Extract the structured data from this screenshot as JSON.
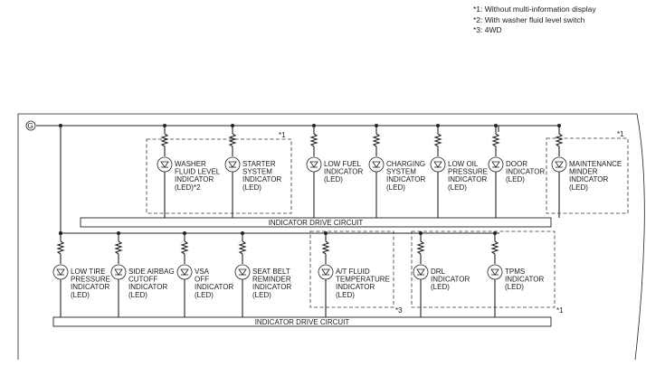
{
  "notes": [
    "*1: Without multi-information display",
    "*2: With washer fluid level switch",
    "*3: 4WD"
  ],
  "ground_symbol": "G",
  "bus_label": "INDICATOR DRIVE CIRCUIT",
  "top_row": [
    {
      "lines": [
        "WASHER",
        "FLUID LEVEL",
        "INDICATOR",
        "(LED)*2"
      ]
    },
    {
      "lines": [
        "STARTER",
        "SYSTEM",
        "INDICATOR",
        "(LED)"
      ]
    },
    {
      "lines": [
        "LOW FUEL",
        "INDICATOR",
        "(LED)"
      ]
    },
    {
      "lines": [
        "CHARGING",
        "SYSTEM",
        "INDICATOR",
        "(LED)"
      ]
    },
    {
      "lines": [
        "LOW OIL",
        "PRESSURE",
        "INDICATOR",
        "(LED)"
      ]
    },
    {
      "lines": [
        "DOOR",
        "INDICATOR",
        "(LED)"
      ]
    },
    {
      "lines": [
        "MAINTENANCE",
        "MINDER",
        "INDICATOR",
        "(LED)"
      ]
    }
  ],
  "bottom_row": [
    {
      "lines": [
        "LOW TIRE",
        "PRESSURE",
        "INDICATOR",
        "(LED)"
      ]
    },
    {
      "lines": [
        "SIDE AIRBAG",
        "CUTOFF",
        "INDICATOR",
        "(LED)"
      ]
    },
    {
      "lines": [
        "VSA",
        "OFF",
        "INDICATOR",
        "(LED)"
      ]
    },
    {
      "lines": [
        "SEAT BELT",
        "REMINDER",
        "INDICATOR",
        "(LED)"
      ]
    },
    {
      "lines": [
        "A/T FLUID",
        "TEMPERATURE",
        "INDICATOR",
        "(LED)"
      ]
    },
    {
      "lines": [
        "DRL",
        "INDICATOR",
        "(LED)"
      ]
    },
    {
      "lines": [
        "TPMS",
        "INDICATOR",
        "(LED)"
      ]
    }
  ],
  "box_marks": {
    "top_left": "*1",
    "top_right": "*1",
    "bottom_left": "*3",
    "bottom_right": "*1"
  }
}
